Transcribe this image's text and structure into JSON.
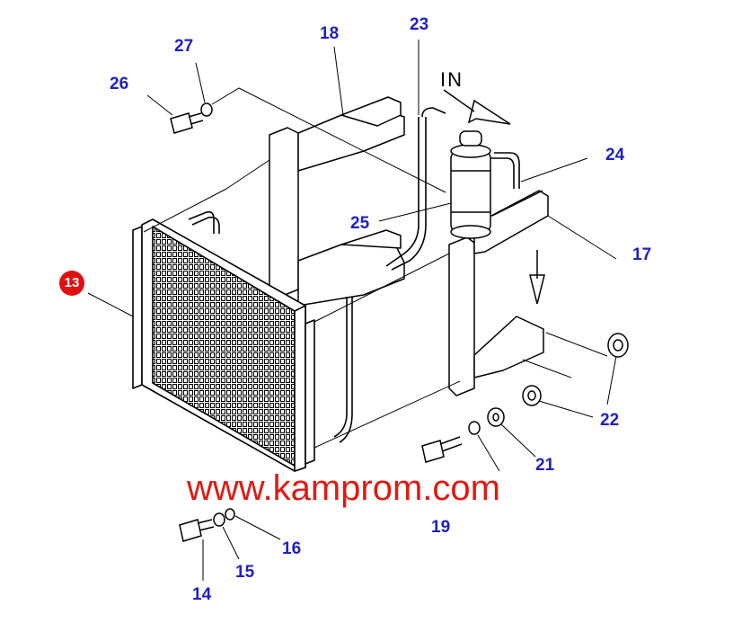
{
  "diagram": {
    "callouts": {
      "c13": "13",
      "c14": "14",
      "c15": "15",
      "c16": "16",
      "c17": "17",
      "c18": "18",
      "c19": "19",
      "c21": "21",
      "c22": "22",
      "c23": "23",
      "c24": "24",
      "c25": "25",
      "c26": "26",
      "c27": "27"
    },
    "flow_label": "IN",
    "watermark": "www.kamprom.com",
    "colors": {
      "callout": "#1f1fc8",
      "badge": "#e01010",
      "watermark": "#e01a12",
      "line": "#000000"
    }
  }
}
